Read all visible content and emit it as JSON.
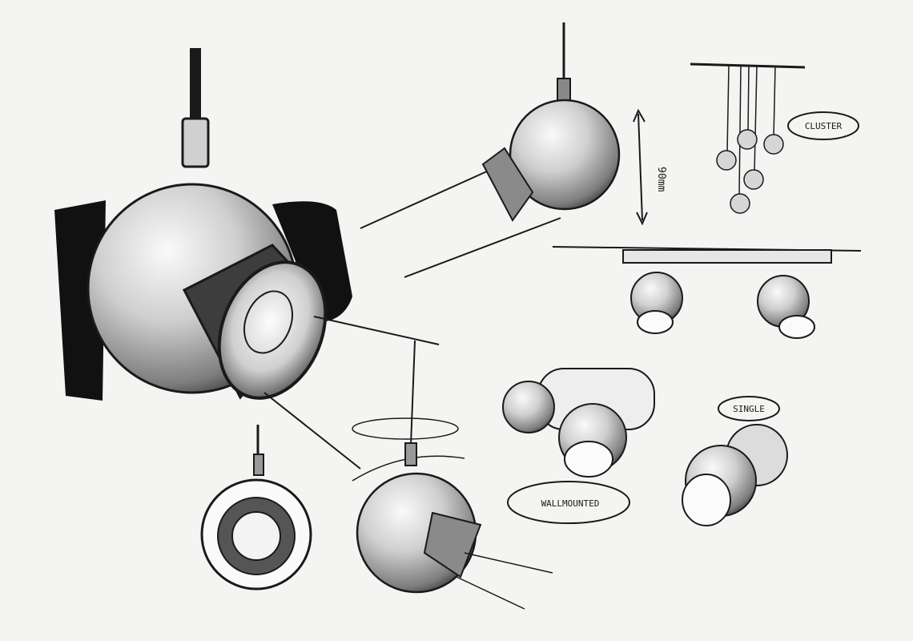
{
  "labels": {
    "dimension": "90mm",
    "cluster": "CLUSTER",
    "wall_mounted": "WALLMOUNTED",
    "single": "SINGLE"
  },
  "colors": {
    "paper": "#f4f4f2",
    "ink": "#1a1a1a",
    "marker_dark": "#111111",
    "marker_grey": "#8a8a8a",
    "marker_light": "#c9c9c9"
  }
}
